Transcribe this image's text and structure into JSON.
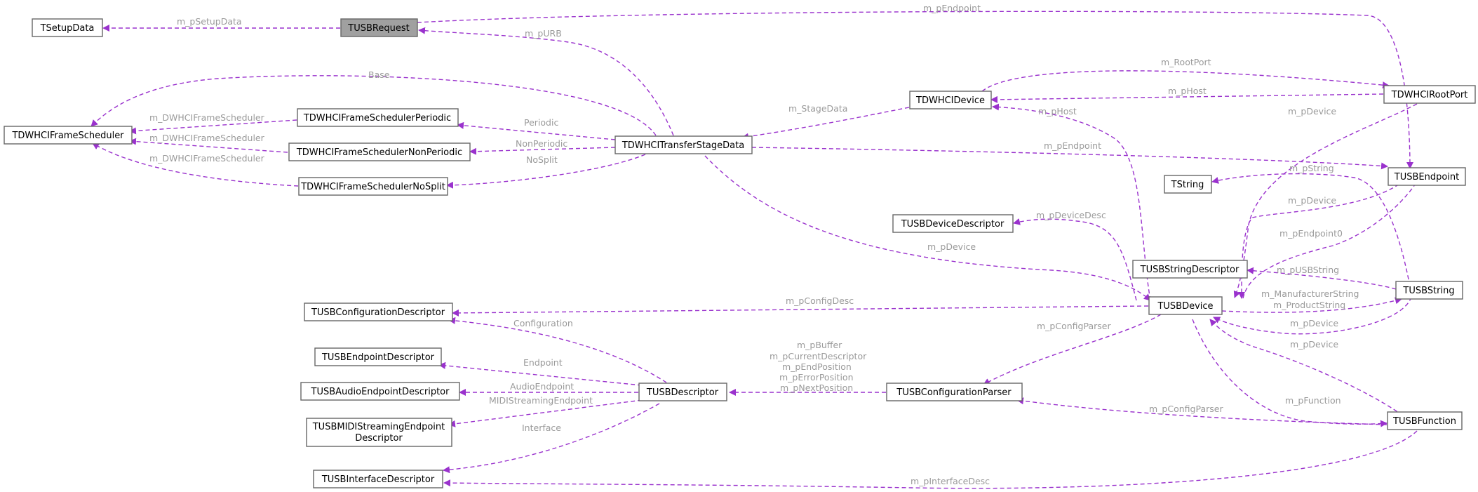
{
  "diagram": {
    "nodes": {
      "tsetupdata": "TSetupData",
      "tusbrequest": "TUSBRequest",
      "framescheduler": "TDWHCIFrameScheduler",
      "fs_periodic": "TDWHCIFrameSchedulerPeriodic",
      "fs_nonperiodic": "TDWHCIFrameSchedulerNonPeriodic",
      "fs_nosplit": "TDWHCIFrameSchedulerNoSplit",
      "transferstagedata": "TDWHCITransferStageData",
      "dwhcidevice": "TDWHCIDevice",
      "rootport": "TDWHCIRootPort",
      "tusbendpoint": "TUSBEndpoint",
      "tstring": "TString",
      "devicedescriptor": "TUSBDeviceDescriptor",
      "stringdescriptor": "TUSBStringDescriptor",
      "tusbstring": "TUSBString",
      "tusbdevice": "TUSBDevice",
      "configdescriptor": "TUSBConfigurationDescriptor",
      "endpointdescriptor": "TUSBEndpointDescriptor",
      "audioendpointdescriptor": "TUSBAudioEndpointDescriptor",
      "midistreaming_line1": "TUSBMIDIStreamingEndpoint",
      "midistreaming_line2": "Descriptor",
      "tusbdescriptor": "TUSBDescriptor",
      "configparser": "TUSBConfigurationParser",
      "tusbfunction": "TUSBFunction",
      "interfacedescriptor": "TUSBInterfaceDescriptor"
    },
    "edge_labels": {
      "m_psetupdata": "m_pSetupData",
      "m_pendpoint_top": "m_pEndpoint",
      "m_purb": "m_pURB",
      "base": "Base",
      "m_roothport": "m_RootPort",
      "m_phost_rp": "m_pHost",
      "m_dwhci_fs_1": "m_DWHCIFrameScheduler",
      "m_dwhci_fs_2": "m_DWHCIFrameScheduler",
      "m_dwhci_fs_3": "m_DWHCIFrameScheduler",
      "periodic": "Periodic",
      "nonperiodic": "NonPeriodic",
      "nosplit": "NoSplit",
      "m_stagedata": "m_StageData",
      "m_phost_dev": "m_pHost",
      "m_pdevice_rp": "m_pDevice",
      "m_pendpoint_ts": "m_pEndpoint",
      "m_pstring": "m_pString",
      "m_pdevice_ep": "m_pDevice",
      "m_pendpoint0": "m_pEndpoint0",
      "m_pdevicedesc": "m_pDeviceDesc",
      "m_pdevice_ts": "m_pDevice",
      "m_pusbstring": "m_pUSBString",
      "m_manufacturerstring": "m_ManufacturerString",
      "m_productstring": "m_ProductString",
      "m_pdevice_str": "m_pDevice",
      "m_pdevice_fn": "m_pDevice",
      "m_pconfigdesc": "m_pConfigDesc",
      "m_pconfigparser_dev": "m_pConfigParser",
      "configuration": "Configuration",
      "endpoint": "Endpoint",
      "audioendpoint": "AudioEndpoint",
      "midistreamingendpoint": "MIDIStreamingEndpoint",
      "interface": "Interface",
      "m_pbuffer": "m_pBuffer",
      "m_pcurrentdescriptor": "m_pCurrentDescriptor",
      "m_pendposition": "m_pEndPosition",
      "m_perrorposition": "m_pErrorPosition",
      "m_pnextposition": "m_pNextPosition",
      "m_pconfigparser_fn": "m_pConfigParser",
      "m_pfunction": "m_pFunction",
      "m_pinterfacedesc": "m_pInterfaceDesc"
    },
    "colors": {
      "edge": "#9a32cd",
      "edge_label": "#9a9a9a",
      "node_border": "#666666",
      "root_fill": "#a0a0a0"
    }
  }
}
